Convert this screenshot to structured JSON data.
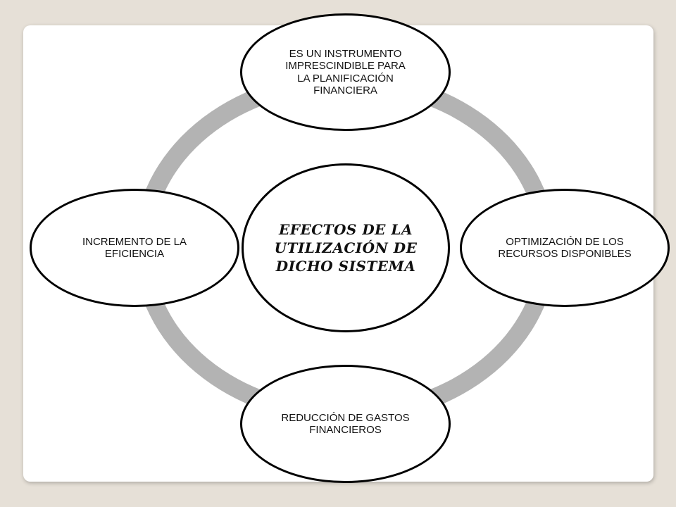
{
  "diagram": {
    "center": {
      "label": "Efectos de la utilización de dicho sistema"
    },
    "nodes": {
      "top": "ES UN INSTRUMENTO IMPRESCINDIBLE PARA LA PLANIFICACIÓN FINANCIERA",
      "right": "OPTIMIZACIÓN DE LOS RECURSOS DISPONIBLES",
      "bottom": "REDUCCIÓN DE GASTOS FINANCIEROS",
      "left": "INCREMENTO DE LA EFICIENCIA"
    }
  },
  "colors": {
    "background": "#e6e0d7",
    "slide": "#ffffff",
    "ring": "#b3b3b3",
    "node_border": "#000000"
  }
}
